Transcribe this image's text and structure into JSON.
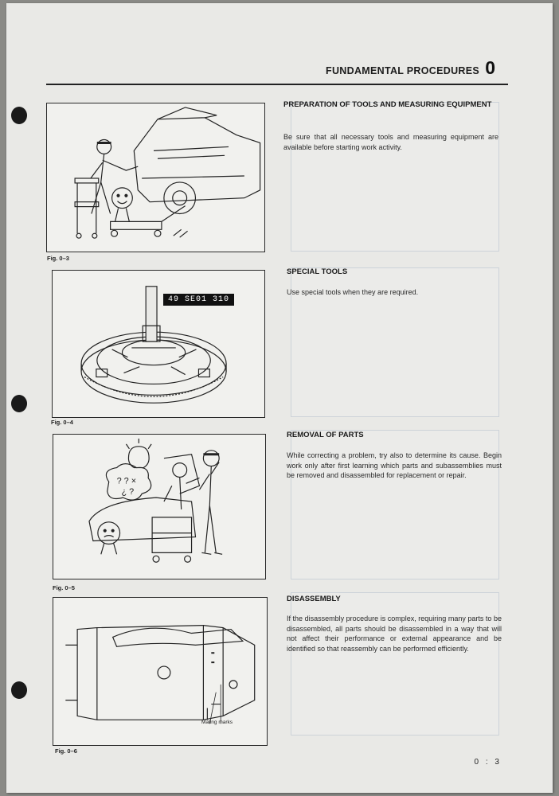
{
  "header": {
    "title": "FUNDAMENTAL PROCEDURES",
    "chapter": "0"
  },
  "figures": [
    {
      "caption": "Fig. 0–3"
    },
    {
      "caption": "Fig. 0–4",
      "part_number": "49 SE01 310"
    },
    {
      "caption": "Fig. 0–5"
    },
    {
      "caption": "Fig. 0–6",
      "annotation": "Mating marks"
    }
  ],
  "sections": [
    {
      "title": "PREPARATION OF TOOLS AND MEASURING EQUIPMENT",
      "body": "Be sure that all necessary tools and measuring equipment are available before starting work activity."
    },
    {
      "title": "SPECIAL TOOLS",
      "body": "Use special tools when they are required."
    },
    {
      "title": "REMOVAL OF PARTS",
      "body": "While correcting a problem, try also to determine its cause. Begin work only after first learning which parts and subassemblies must be removed and disassembled for replacement or repair."
    },
    {
      "title": "DISASSEMBLY",
      "body": "If the disassembly procedure is complex, requiring many parts to be disassembled, all parts should be disassembled in a way that will not affect their performance or external appearance and be identified so that reassembly can be performed efficiently."
    }
  ],
  "footer": {
    "page_number": "0 : 3"
  }
}
